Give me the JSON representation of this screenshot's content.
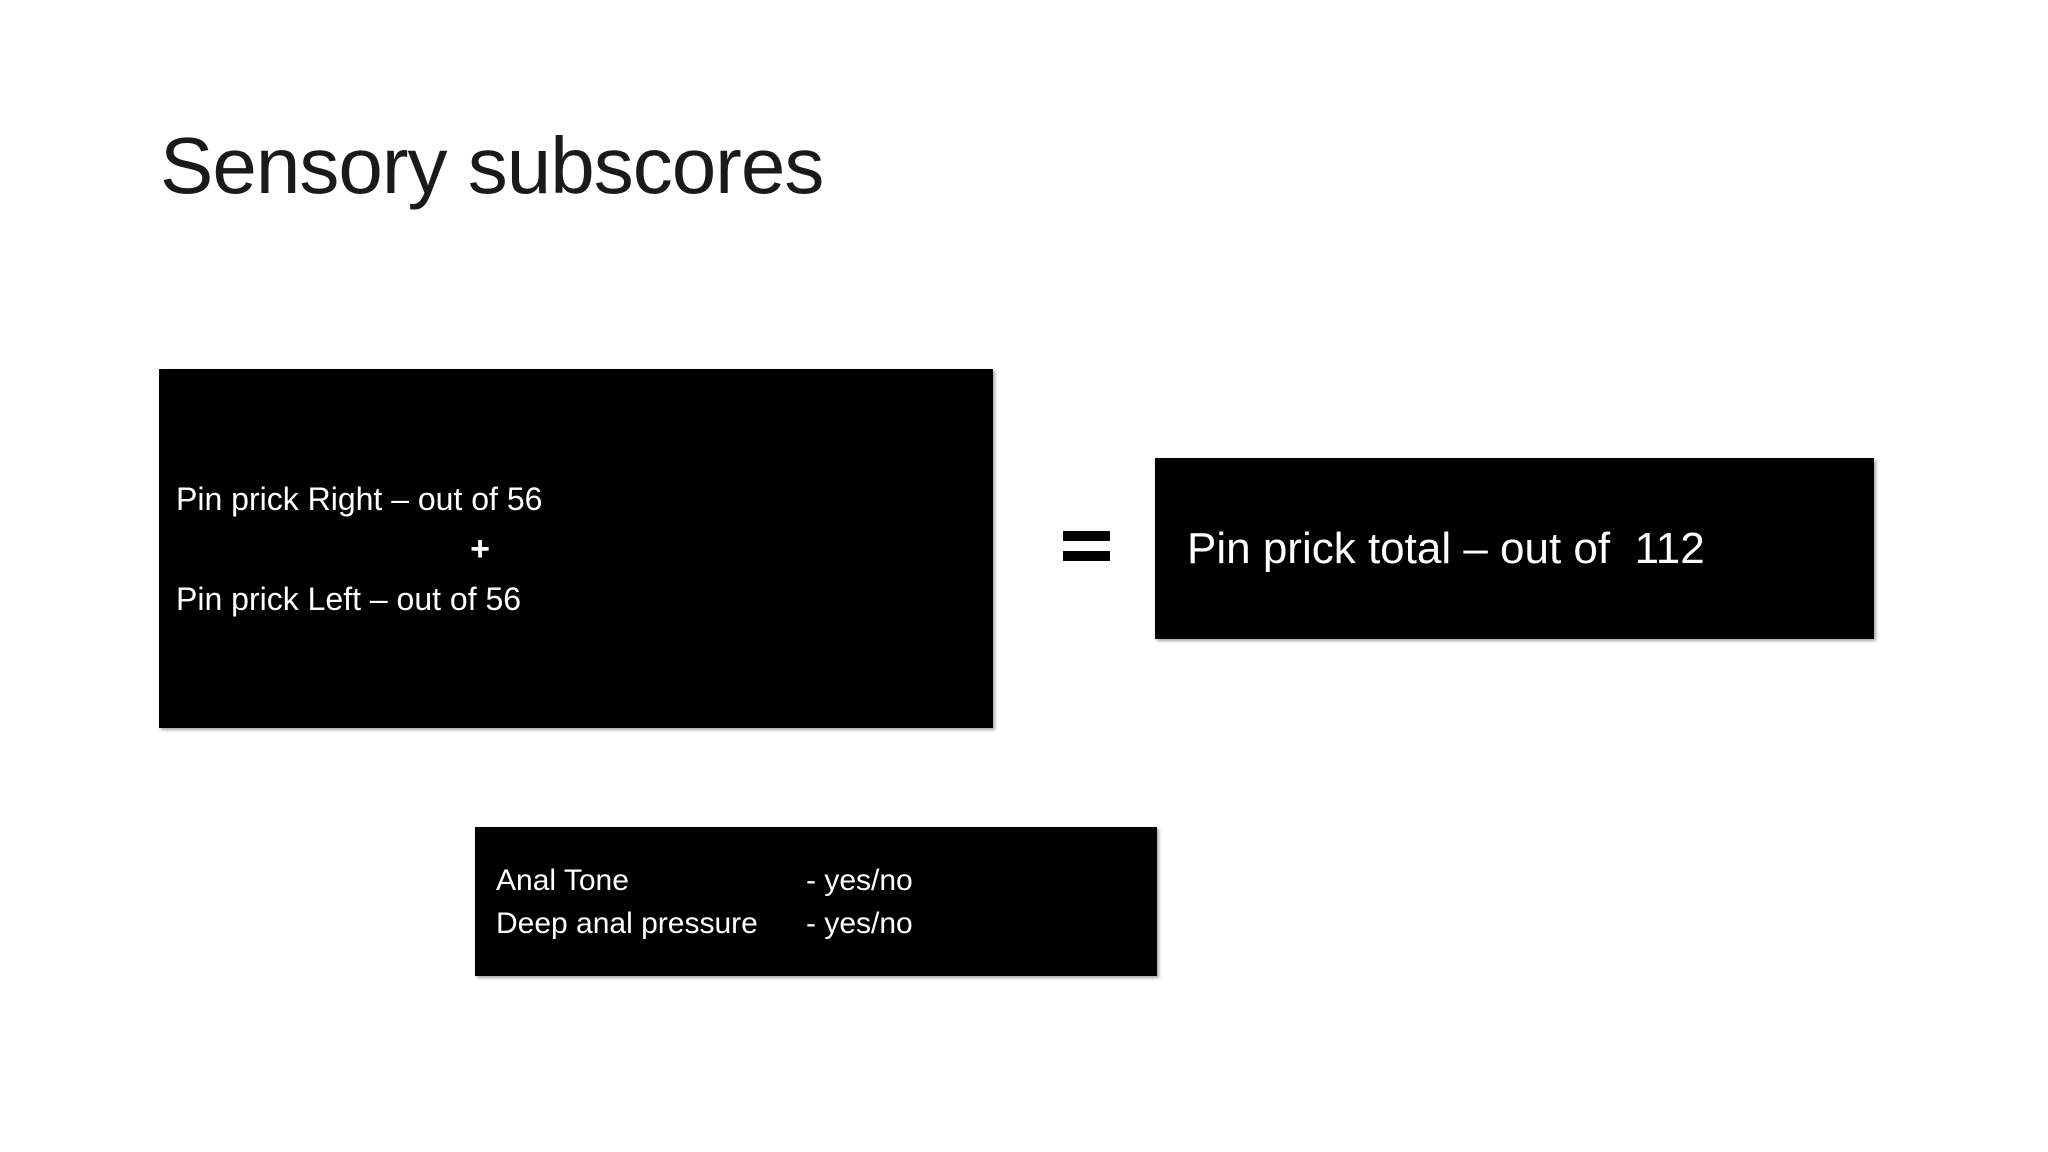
{
  "slide": {
    "title": "Sensory subscores",
    "colors": {
      "background": "#ffffff",
      "box_fill": "#000000",
      "box_text": "#ffffff",
      "title_text": "#1a1a1a"
    },
    "left_box": {
      "line1": "Pin prick Right – out of 56",
      "operator": "+",
      "line2": "Pin prick Left – out of 56"
    },
    "equals_operator": "=",
    "right_box": {
      "text": "Pin prick total – out of  112"
    },
    "bottom_box": {
      "rows": [
        {
          "label": "Anal Tone",
          "value": "- yes/no"
        },
        {
          "label": "Deep anal pressure",
          "value": "- yes/no"
        }
      ]
    }
  }
}
